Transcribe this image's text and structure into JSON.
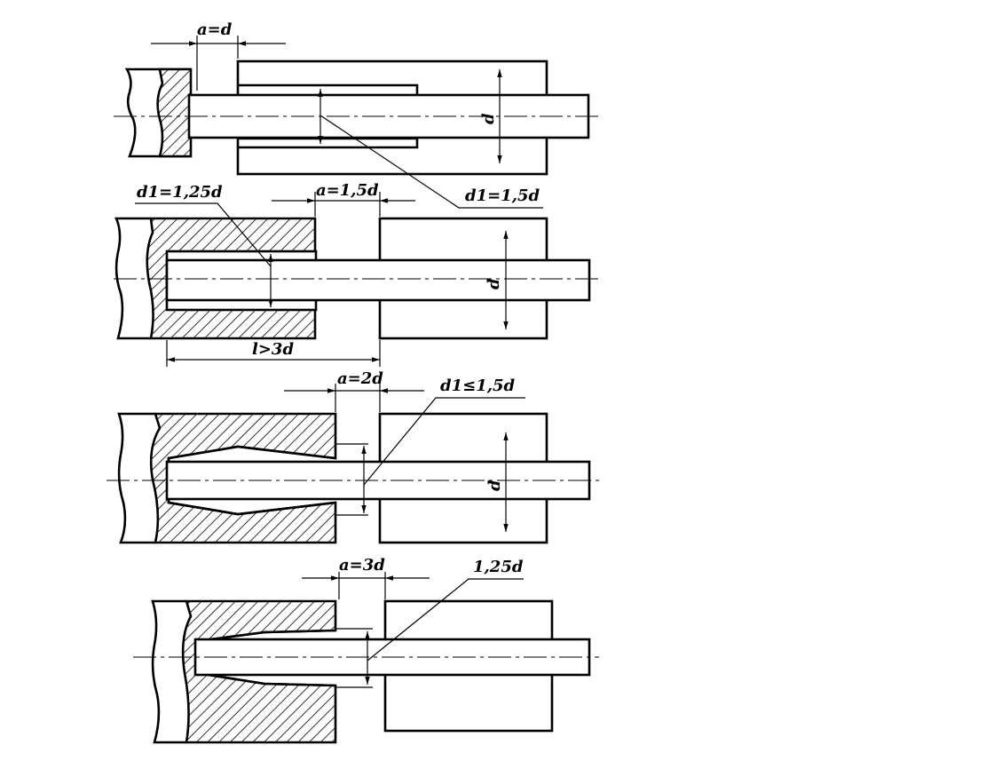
{
  "figures": [
    {
      "labels": {
        "gap": "a=d",
        "diameter": "d",
        "bore": "d1=1,5d"
      }
    },
    {
      "labels": {
        "bore": "d1=1,25d",
        "gap": "a=1,5d",
        "diameter": "d",
        "length": "l>3d"
      }
    },
    {
      "labels": {
        "gap": "a=2d",
        "bore": "d1≤1,5d",
        "diameter": "d"
      }
    },
    {
      "labels": {
        "gap": "a=3d",
        "bore": "1,25d"
      }
    }
  ],
  "colors": {
    "ink": "#000000",
    "paper": "#ffffff"
  }
}
